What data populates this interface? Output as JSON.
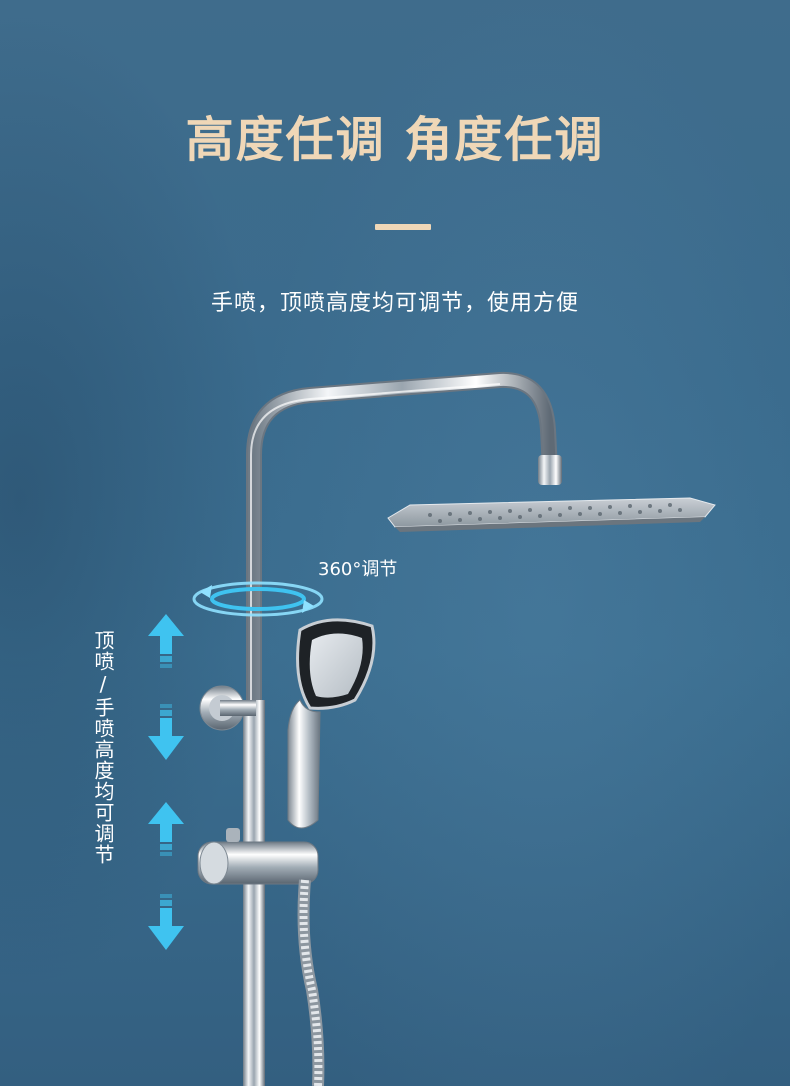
{
  "headline": "高度任调 角度任调",
  "subtitle": "手喷，顶喷高度均可调节，使用方便",
  "rotate_label": "360°调节",
  "vertical_label": "顶喷/手喷高度均可调节",
  "colors": {
    "background": "#3b6b8d",
    "headline": "#efd7b7",
    "accent_line": "#efd7b7",
    "text": "#ffffff",
    "arrow": "#3fc3f0",
    "chrome": "#d9dee3"
  },
  "icons": [
    "up-arrow-icon",
    "down-arrow-icon",
    "rotation-icon"
  ]
}
